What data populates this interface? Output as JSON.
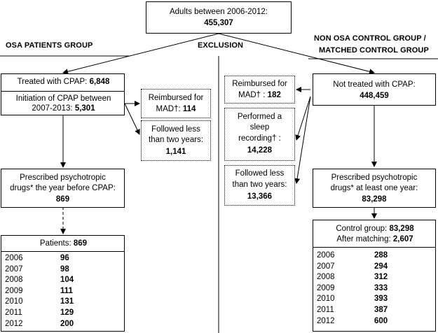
{
  "top": {
    "label": "Adults between 2006-2012:",
    "value": "455,307"
  },
  "headers": {
    "left": "OSA PATIENTS GROUP",
    "middle": "EXCLUSION",
    "right_line1": "NON OSA CONTROL GROUP /",
    "right_line2": "MATCHED CONTROL GROUP"
  },
  "left": {
    "treated_label": "Treated with CPAP:",
    "treated_value": "6,848",
    "init_line1": "Initiation of CPAP between",
    "init_line2": "2007-2013:",
    "init_value": "5,301",
    "prescribed_line1": "Prescribed psychotropic",
    "prescribed_line2": "drugs* the year before CPAP:",
    "prescribed_value": "869",
    "table_header_label": "Patients:",
    "table_header_value": "869",
    "rows": [
      {
        "year": "2006",
        "value": "96"
      },
      {
        "year": "2007",
        "value": "98"
      },
      {
        "year": "2008",
        "value": "104"
      },
      {
        "year": "2009",
        "value": "111"
      },
      {
        "year": "2010",
        "value": "131"
      },
      {
        "year": "2011",
        "value": "129"
      },
      {
        "year": "2012",
        "value": "200"
      }
    ]
  },
  "exclusion_left": {
    "mad_label": "Reimbursed for",
    "mad_label2": "MAD†:",
    "mad_value": "114",
    "followed_line1": "Followed less",
    "followed_line2": "than two years:",
    "followed_value": "1,141"
  },
  "exclusion_right": {
    "mad_label": "Reimbursed for",
    "mad_label2": "MAD† :",
    "mad_value": "182",
    "sleep_line1": "Performed a",
    "sleep_line2": "sleep",
    "sleep_line3": "recording† :",
    "sleep_value": "14,228",
    "followed_line1": "Followed less",
    "followed_line2": "than two years:",
    "followed_value": "13,366"
  },
  "right": {
    "not_treated_label": "Not treated with CPAP:",
    "not_treated_value": "448,459",
    "prescribed_line1": "Prescribed psychotropic",
    "prescribed_line2": "drugs* at least one year:",
    "prescribed_value": "83,298",
    "control_label": "Control group:",
    "control_value": "83,298",
    "matching_label": "After matching:",
    "matching_value": "2,607",
    "rows": [
      {
        "year": "2006",
        "value": "288"
      },
      {
        "year": "2007",
        "value": "294"
      },
      {
        "year": "2008",
        "value": "312"
      },
      {
        "year": "2009",
        "value": "333"
      },
      {
        "year": "2010",
        "value": "393"
      },
      {
        "year": "2011",
        "value": "387"
      },
      {
        "year": "2012",
        "value": "600"
      }
    ]
  }
}
